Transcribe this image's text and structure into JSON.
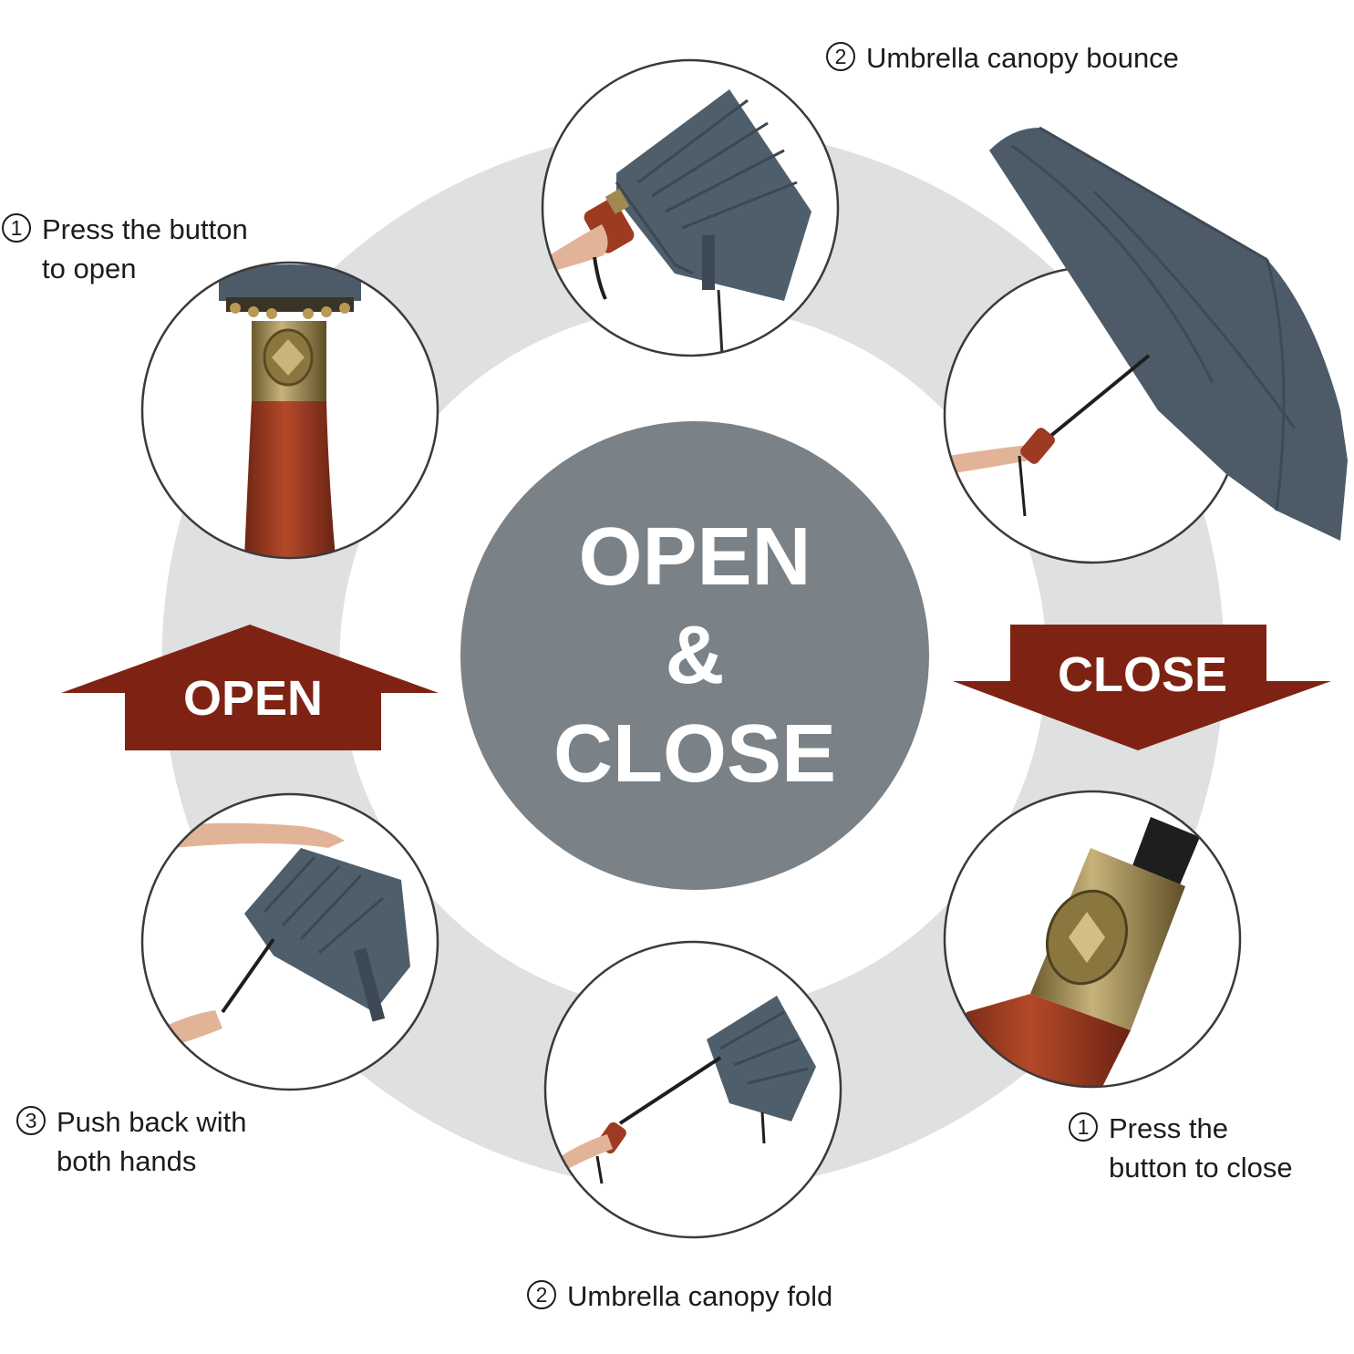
{
  "center": {
    "line1": "OPEN",
    "line2": "&",
    "line3": "CLOSE"
  },
  "arrows": {
    "open": "OPEN",
    "close": "CLOSE"
  },
  "steps": {
    "open_press": {
      "number": "1",
      "line1": "Press the button",
      "line2": "to open"
    },
    "open_bounce": {
      "number": "2",
      "line1": "Umbrella canopy bounce"
    },
    "close_press": {
      "number": "1",
      "line1": "Press the",
      "line2": "button to close"
    },
    "close_fold": {
      "number": "2",
      "line1": "Umbrella canopy fold"
    },
    "close_push": {
      "number": "3",
      "line1": "Push back with",
      "line2": "both hands"
    }
  },
  "colors": {
    "ring": "#dfe0e2",
    "center_circle": "#7a8187",
    "arrow": "#7e2313",
    "canopy": "#4d5b68",
    "handle_wood": "#9c3b22",
    "brass": "#a08a52",
    "skin": "#e2b497"
  }
}
